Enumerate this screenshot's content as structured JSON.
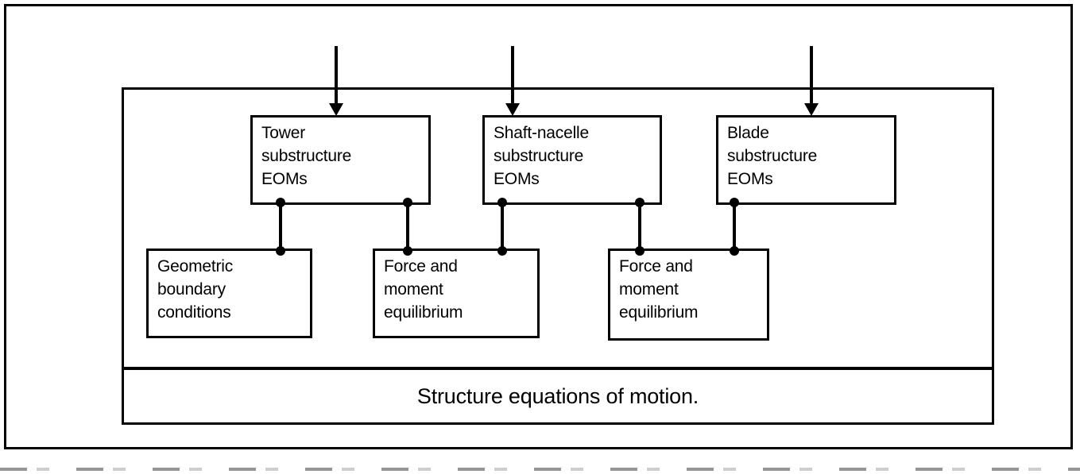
{
  "figure": {
    "caption": "Structure equations of motion.",
    "colors": {
      "ink": "#000000",
      "paper": "#ffffff"
    }
  },
  "nodes": {
    "tower": {
      "lines": [
        "Tower",
        "substructure",
        "EOMs"
      ]
    },
    "shaft_nacelle": {
      "lines": [
        "Shaft-nacelle",
        "substructure",
        "EOMs"
      ]
    },
    "blade": {
      "lines": [
        "Blade",
        "substructure",
        "EOMs"
      ]
    },
    "geometric_bc": {
      "lines": [
        "Geometric",
        "boundary",
        "conditions"
      ]
    },
    "force_moment_left": {
      "lines": [
        "Force and",
        "moment",
        "equilibrium"
      ]
    },
    "force_moment_right": {
      "lines": [
        "Force and",
        "moment",
        "equilibrium"
      ]
    }
  },
  "connectors": {
    "inputs": [
      {
        "name": "tower-input-arrow"
      },
      {
        "name": "shaft-nacelle-input-arrow"
      },
      {
        "name": "blade-input-arrow"
      }
    ],
    "links": [
      {
        "from": "tower",
        "to": "geometric_bc"
      },
      {
        "from": "tower",
        "to": "force_moment_left"
      },
      {
        "from": "shaft_nacelle",
        "to": "force_moment_left"
      },
      {
        "from": "shaft_nacelle",
        "to": "force_moment_right"
      },
      {
        "from": "blade",
        "to": "force_moment_right"
      }
    ]
  }
}
